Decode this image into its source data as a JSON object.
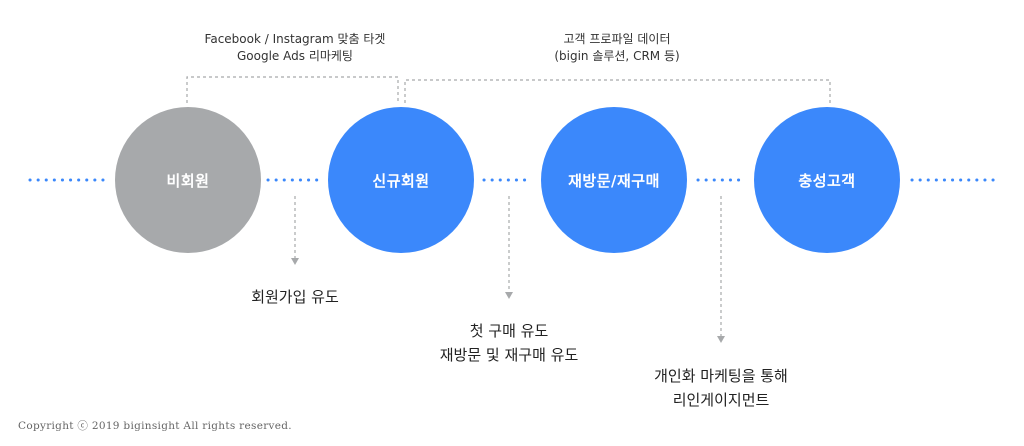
{
  "stages": [
    {
      "label": "비회원",
      "color": "#a7a9ab"
    },
    {
      "label": "신규회원",
      "color": "#3b88fb"
    },
    {
      "label": "재방문/재구매",
      "color": "#3b88fb"
    },
    {
      "label": "충성고객",
      "color": "#3b88fb"
    }
  ],
  "channels": [
    {
      "line1": "Facebook / Instagram 맞춤 타겟",
      "line2": "Google Ads 리마케팅"
    },
    {
      "line1": "고객 프로파일 데이터",
      "line2": "(bigin 솔루션, CRM 등)"
    }
  ],
  "goals": [
    {
      "line1": "회원가입 유도",
      "line2": ""
    },
    {
      "line1": "첫 구매 유도",
      "line2": "재방문 및 재구매 유도"
    },
    {
      "line1": "개인화 마케팅을 통해",
      "line2": "리인게이지먼트"
    }
  ],
  "colors": {
    "dotted_line": "#3b88fb",
    "connector": "#a7a9ab"
  },
  "footer": {
    "copyright": "Copyright ⓒ 2019 biginsight All rights reserved."
  }
}
